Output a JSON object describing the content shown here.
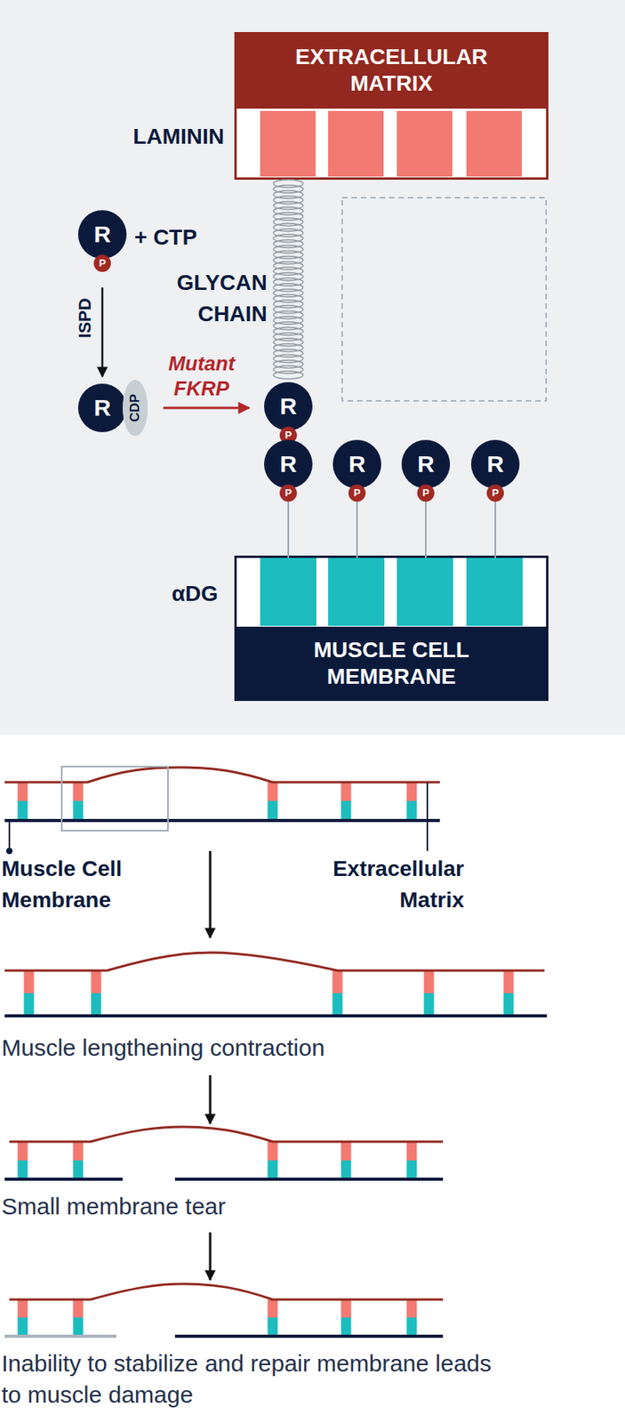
{
  "diagram": {
    "nodes": [
      {
        "text": [
          "EXTRACELLULAR MATRIX"
        ]
      },
      {
        "text": [
          "LAMININ"
        ],
        "in": 0
      },
      {
        "text": [
          "R",
          "P"
        ]
      },
      {
        "text": [
          "R",
          "CDP"
        ]
      },
      {
        "text": [
          "R",
          "P"
        ]
      },
      {
        "text": [
          "R",
          "P"
        ]
      },
      {
        "text": [
          "R",
          "P"
        ]
      },
      {
        "text": [
          "R",
          "P"
        ]
      },
      {
        "text": [
          "R",
          "P"
        ]
      },
      {
        "text": [
          "MUSCLE CELL MEMBRANE"
        ]
      },
      {
        "text": [
          "αDG"
        ],
        "in": 9
      }
    ],
    "edges": [
      {
        "from": 2,
        "to": 3,
        "arrow": "to",
        "label": "ISPD"
      },
      {
        "from": 3,
        "to": 4,
        "arrow": "to",
        "label": "Mutant FKRP"
      },
      {
        "from": 5,
        "to": 10,
        "arrow": "none"
      },
      {
        "from": 6,
        "to": 10,
        "arrow": "none"
      },
      {
        "from": 7,
        "to": 10,
        "arrow": "none"
      },
      {
        "from": 8,
        "to": 10,
        "arrow": "none"
      }
    ],
    "labels": [
      "+ CTP",
      "GLYCAN CHAIN",
      "Muscle Cell Membrane",
      "Extracellular Matrix",
      "Muscle lengthening contraction",
      "Small membrane tear",
      "Inability to stabilize and repair membrane leads to muscle damage"
    ]
  }
}
